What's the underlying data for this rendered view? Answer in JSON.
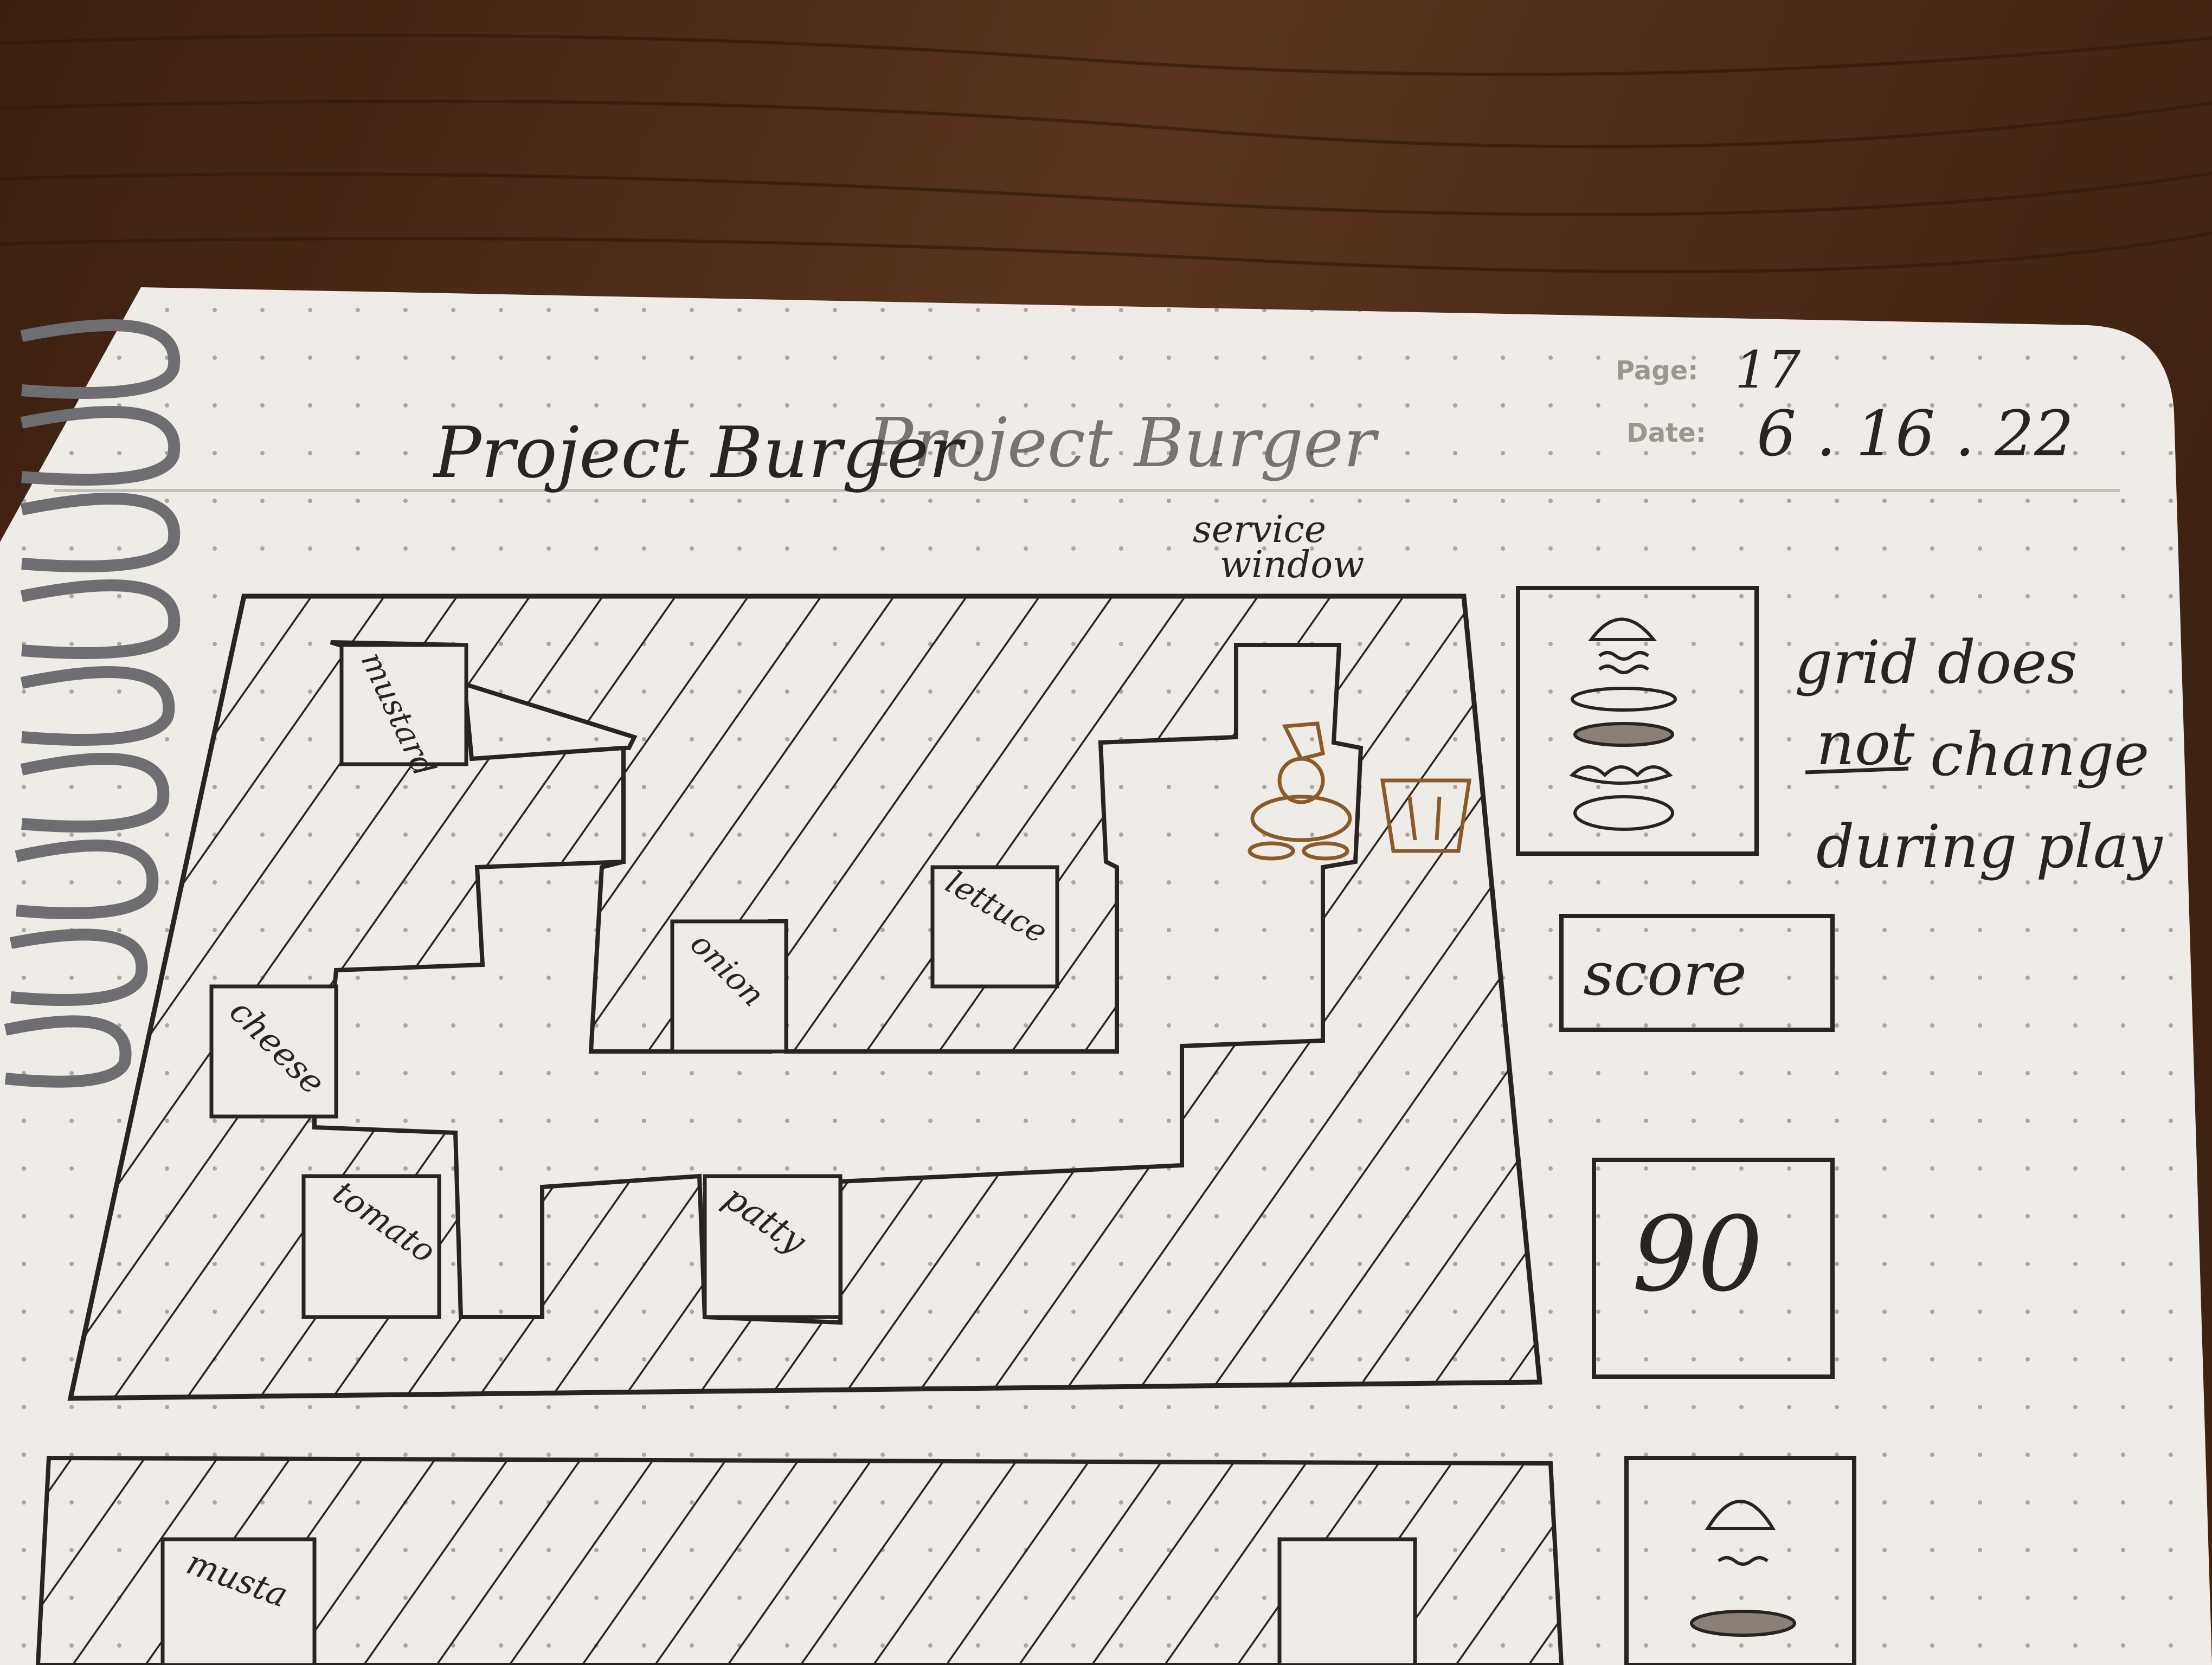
{
  "header": {
    "title": "Project Burger",
    "page_label": "Page:",
    "page_value": "17",
    "date_label": "Date:",
    "date_value": "6 . 16 . 22"
  },
  "map": {
    "service_window_label_1": "service",
    "service_window_label_2": "window",
    "stations": {
      "mustard": "mustard",
      "lettuce": "lettuce",
      "onion": "onion",
      "cheese": "cheese",
      "tomato": "tomato",
      "patty": "patty"
    }
  },
  "side_panel": {
    "score_label": "score",
    "timer_value": "90"
  },
  "note": {
    "line1": "grid does",
    "line2_emph": "not",
    "line2_rest": "change",
    "line3": "during play"
  },
  "second_sketch": {
    "mustard_partial": "musta"
  },
  "colors": {
    "desk": "#4a2a18",
    "paper": "#efece8",
    "ink": "#2a2420",
    "gold_ink": "#8a5a2a",
    "dot": "#9a9490"
  }
}
